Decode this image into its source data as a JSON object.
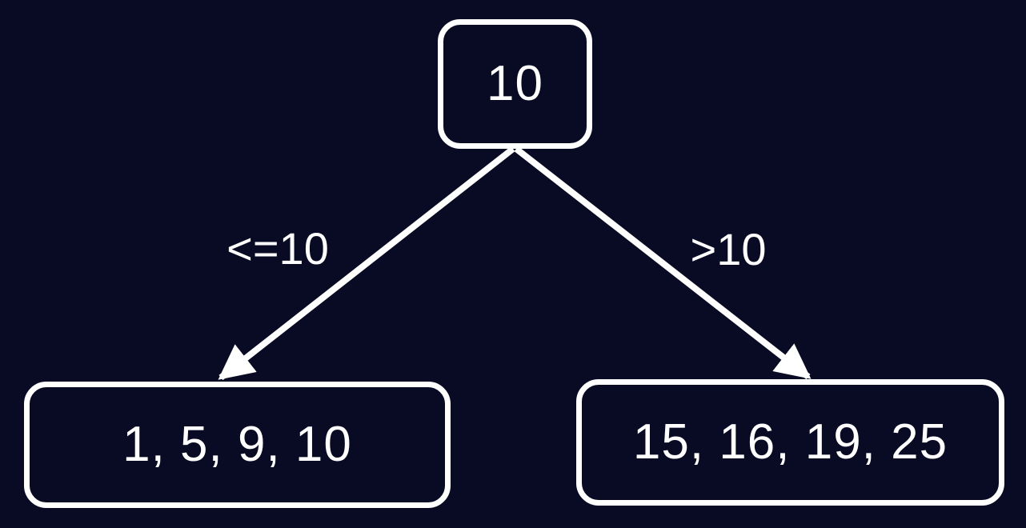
{
  "diagram": {
    "type": "binary-split-tree",
    "background_color": "#080b23",
    "stroke_color": "#ffffff",
    "root": {
      "label": "10"
    },
    "edges": [
      {
        "label": "<=10",
        "direction": "left"
      },
      {
        "label": ">10",
        "direction": "right"
      }
    ],
    "leaves": [
      {
        "label": "1, 5, 9, 10"
      },
      {
        "label": "15, 16, 19, 25"
      }
    ]
  }
}
